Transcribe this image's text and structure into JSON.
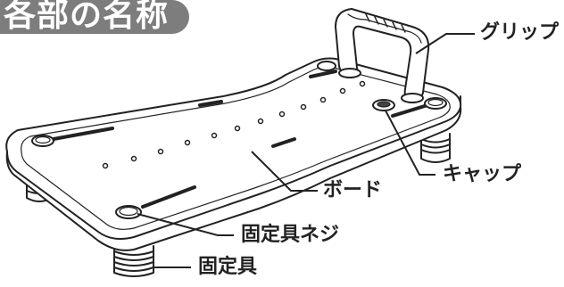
{
  "title": "各部の名称",
  "labels": {
    "grip": "グリップ",
    "board": "ボード",
    "cap": "キャップ",
    "fixing_screw": "固定具ネジ",
    "fixture": "固定具"
  },
  "colors": {
    "title_bg": "#7d7d7d",
    "title_text": "#ffffff",
    "line": "#222222"
  }
}
